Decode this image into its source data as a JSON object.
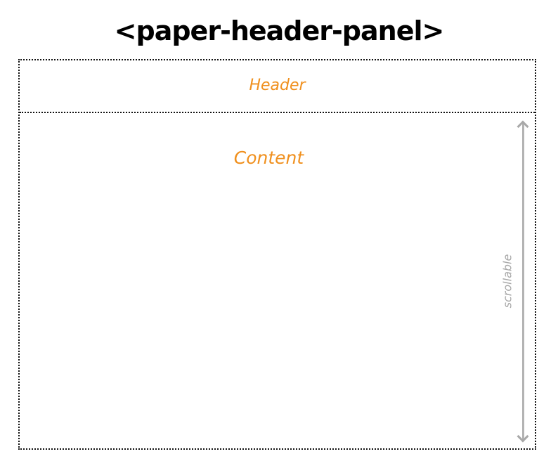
{
  "diagram": {
    "title": "<paper-header-panel>",
    "header_label": "Header",
    "content_label": "Content",
    "scroll_label": "scrollable",
    "icons": {
      "scroll_up": "arrow-up-icon",
      "scroll_down": "arrow-down-icon"
    },
    "colors": {
      "title": "#000000",
      "accent": "#f0901e",
      "scroll_indicator": "#a8a8a8",
      "border": "#111111"
    }
  }
}
